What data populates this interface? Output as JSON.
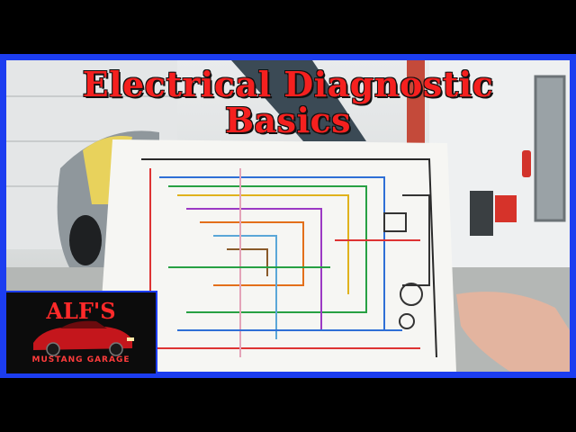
{
  "overlay": {
    "title_line1": "Electrical Diagnostic",
    "title_line2": "Basics"
  },
  "logo": {
    "name": "ALF'S",
    "subtitle": "MUSTANG GARAGE"
  },
  "colors": {
    "frame": "#1c3df0",
    "title": "#f5201f",
    "logo_red": "#ff2a2a"
  }
}
